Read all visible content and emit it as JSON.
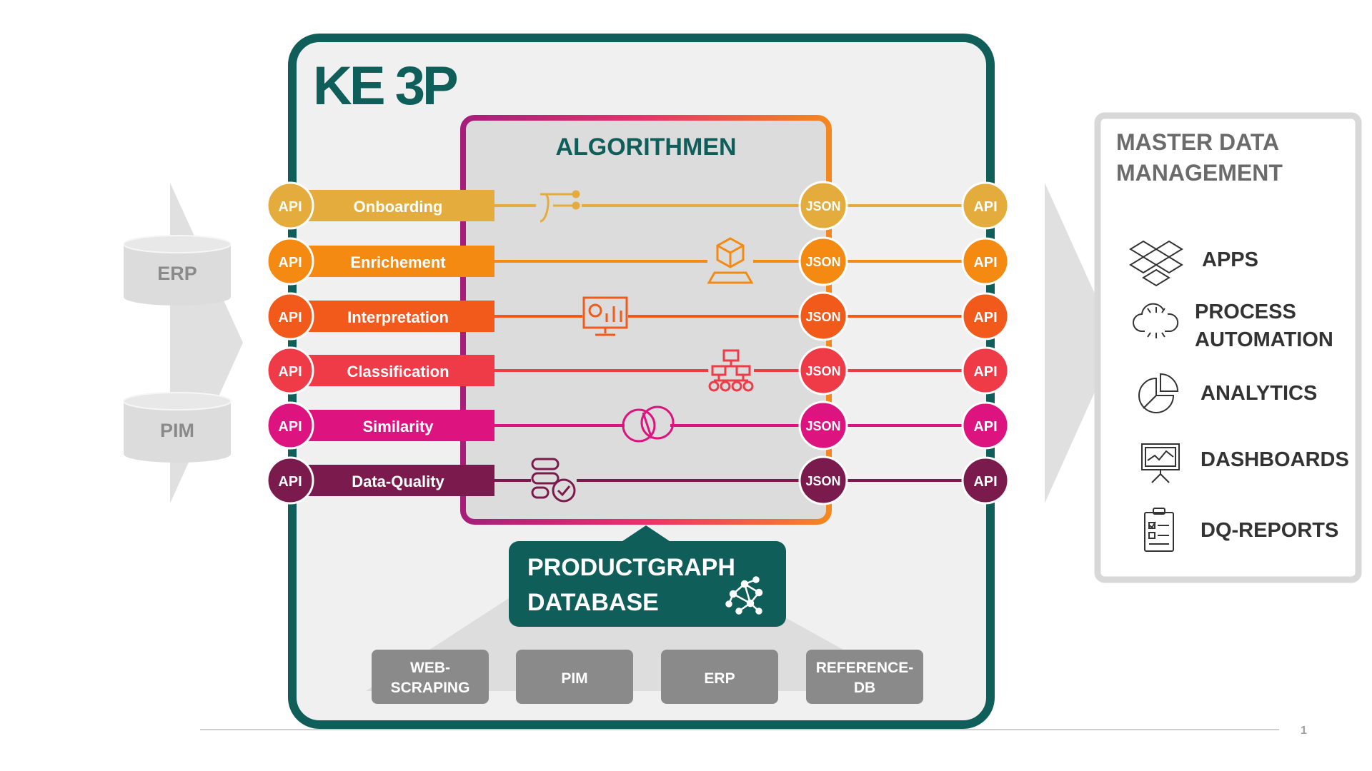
{
  "logo": {
    "text": "KE 3P"
  },
  "algorithms_title": "ALGORITHMEN",
  "api_label": "API",
  "json_label": "JSON",
  "pipelines": [
    {
      "label": "Onboarding",
      "color": "#E3AC3C",
      "icon": "flow-split-icon"
    },
    {
      "label": "Enrichement",
      "color": "#F48A12",
      "icon": "cube-3d-icon"
    },
    {
      "label": "Interpretation",
      "color": "#F25A1C",
      "icon": "monitor-chart-icon"
    },
    {
      "label": "Classification",
      "color": "#EE3B47",
      "icon": "hierarchy-icon"
    },
    {
      "label": "Similarity",
      "color": "#DD1480",
      "icon": "overlap-circles-icon"
    },
    {
      "label": "Data-Quality",
      "color": "#7B1B4D",
      "icon": "data-check-icon"
    }
  ],
  "sources": [
    {
      "label": "ERP"
    },
    {
      "label": "PIM"
    }
  ],
  "productgraph": {
    "line1": "PRODUCTGRAPH",
    "line2": "DATABASE",
    "icon": "network-graph-icon"
  },
  "feeds": [
    {
      "line1": "WEB-",
      "line2": "SCRAPING"
    },
    {
      "line1": "PIM",
      "line2": ""
    },
    {
      "line1": "ERP",
      "line2": ""
    },
    {
      "line1": "REFERENCE-",
      "line2": "DB"
    }
  ],
  "mdm": {
    "title_line1": "MASTER DATA",
    "title_line2": "MANAGEMENT",
    "items": [
      {
        "line1": "APPS",
        "line2": "",
        "icon": "dropbox-layers-icon"
      },
      {
        "line1": "PROCESS",
        "line2": "AUTOMATION",
        "icon": "cloud-process-icon"
      },
      {
        "line1": "ANALYTICS",
        "line2": "",
        "icon": "pie-chart-icon"
      },
      {
        "line1": "DASHBOARDS",
        "line2": "",
        "icon": "presentation-board-icon"
      },
      {
        "line1": "DQ-REPORTS",
        "line2": "",
        "icon": "clipboard-checklist-icon"
      }
    ]
  },
  "page_number": "1",
  "colors": {
    "teal": "#0F5E5A",
    "grey_box": "#8A8A8A",
    "light_grey": "#E0E0E0",
    "panel_bg": "#EFEFEF",
    "mdm_text": "#6B6B6B"
  }
}
